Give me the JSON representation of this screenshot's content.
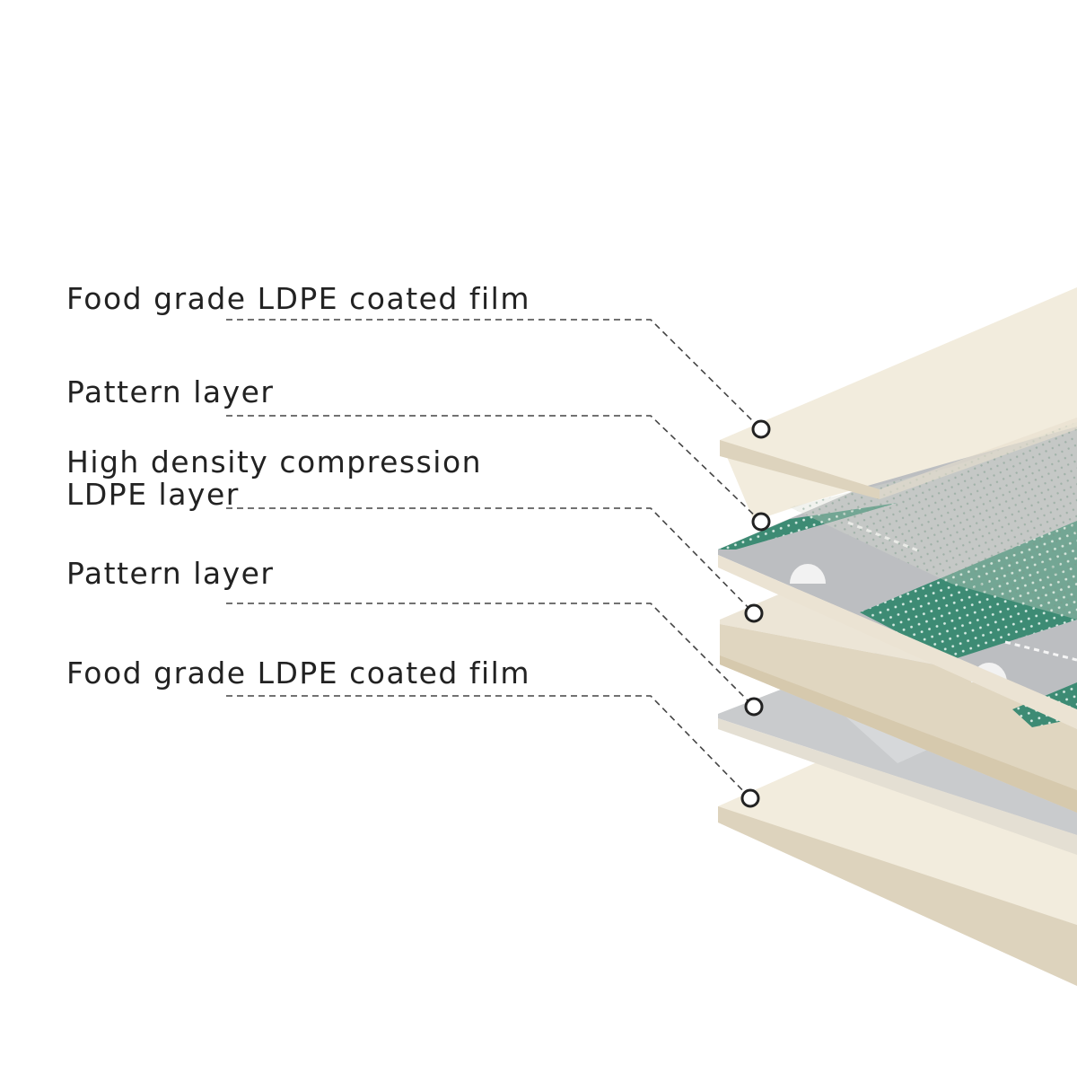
{
  "diagram": {
    "layers": [
      {
        "label": "Food grade LDPE coated film"
      },
      {
        "label": "Pattern layer"
      },
      {
        "label": "High density compression",
        "label_line2": "LDPE layer"
      },
      {
        "label": "Pattern layer"
      },
      {
        "label": "Food grade LDPE coated film"
      }
    ]
  },
  "colors": {
    "film_face": "#f1ebdc",
    "film_edge": "#dcd2bc",
    "pattern_gray": "#bfc1c3",
    "pattern_green": "#3d8b74",
    "core_face": "#ebe4d5",
    "core_edge": "#ddd1b8",
    "leader_line": "#444444",
    "label_text": "#222222"
  }
}
